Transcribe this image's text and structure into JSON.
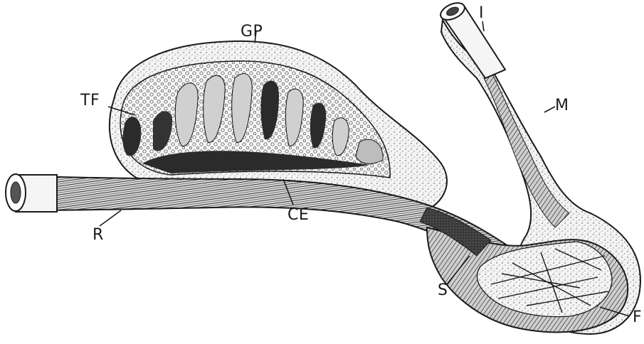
{
  "labels": {
    "gp": "GP",
    "tf": "TF",
    "i": "I",
    "m": "M",
    "ce": "CE",
    "r": "R",
    "s": "S",
    "f": "F"
  }
}
